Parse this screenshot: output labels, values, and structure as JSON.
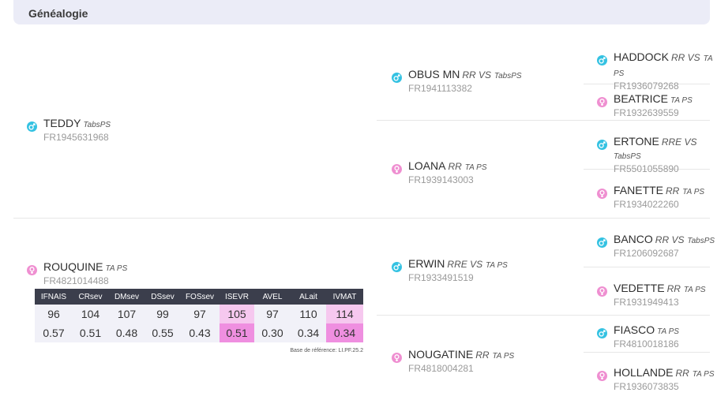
{
  "header": {
    "title": "Généalogie"
  },
  "animal": {
    "sire": {
      "name": "TEDDY",
      "qual_small": "TabsPS",
      "code": "FR1945631968",
      "sex": "male"
    },
    "dam": {
      "name": "ROUQUINE",
      "qual_small": "TA PS",
      "code": "FR4821014488",
      "sex": "female"
    }
  },
  "grandparents": [
    {
      "name": "OBUS MN",
      "qual_large": "RR VS",
      "qual_small": "TabsPS",
      "code": "FR1941113382",
      "sex": "male"
    },
    {
      "name": "LOANA",
      "qual_large": "RR",
      "qual_small": "TA PS",
      "code": "FR1939143003",
      "sex": "female"
    },
    {
      "name": "ERWIN",
      "qual_large": "RRE VS",
      "qual_small": "TA PS",
      "code": "FR1933491519",
      "sex": "male"
    },
    {
      "name": "NOUGATINE",
      "qual_large": "RR",
      "qual_small": "TA PS",
      "code": "FR4818004281",
      "sex": "female"
    }
  ],
  "great_grandparents": [
    {
      "name": "HADDOCK",
      "qual_large": "RR VS",
      "qual_small": "TA PS",
      "code": "FR1936079268",
      "sex": "male"
    },
    {
      "name": "BEATRICE",
      "qual_small": "TA PS",
      "code": "FR1932639559",
      "sex": "female"
    },
    {
      "name": "ERTONE",
      "qual_large": "RRE VS",
      "qual_small": "TabsPS",
      "code": "FR5501055890",
      "sex": "male"
    },
    {
      "name": "FANETTE",
      "qual_large": "RR",
      "qual_small": "TA PS",
      "code": "FR1934022260",
      "sex": "female"
    },
    {
      "name": "BANCO",
      "qual_large": "RR VS",
      "qual_small": "TabsPS",
      "code": "FR1206092687",
      "sex": "male"
    },
    {
      "name": "VEDETTE",
      "qual_large": "RR",
      "qual_small": "TA PS",
      "code": "FR1931949413",
      "sex": "female"
    },
    {
      "name": "FIASCO",
      "qual_small": "TA PS",
      "code": "FR4810018186",
      "sex": "male"
    },
    {
      "name": "HOLLANDE",
      "qual_large": "RR",
      "qual_small": "TA PS",
      "code": "FR1936073835",
      "sex": "female"
    }
  ],
  "index_table": {
    "headers": [
      "IFNAIS",
      "CRsev",
      "DMsev",
      "DSsev",
      "FOSsev",
      "ISEVR",
      "AVEL",
      "ALait",
      "IVMAT"
    ],
    "values": [
      "96",
      "104",
      "107",
      "99",
      "97",
      "105",
      "97",
      "110",
      "114"
    ],
    "reliability": [
      "0.57",
      "0.51",
      "0.48",
      "0.55",
      "0.43",
      "0.51",
      "0.30",
      "0.34",
      "0.34"
    ],
    "highlight_colors": {
      "ISEVR": "#f6c8ef",
      "IVMAT": "#f6c8ef",
      "IVMAT_row2": "#ef8fe0",
      "ISEVR_row2": "#ef8fe0"
    },
    "reference": "Base de référence: LI.PF.25.2"
  },
  "colors": {
    "male": "#34c2e2",
    "female": "#ef8fd1",
    "header_bg": "#ebecf7",
    "table_header": "#3b3e4c"
  }
}
